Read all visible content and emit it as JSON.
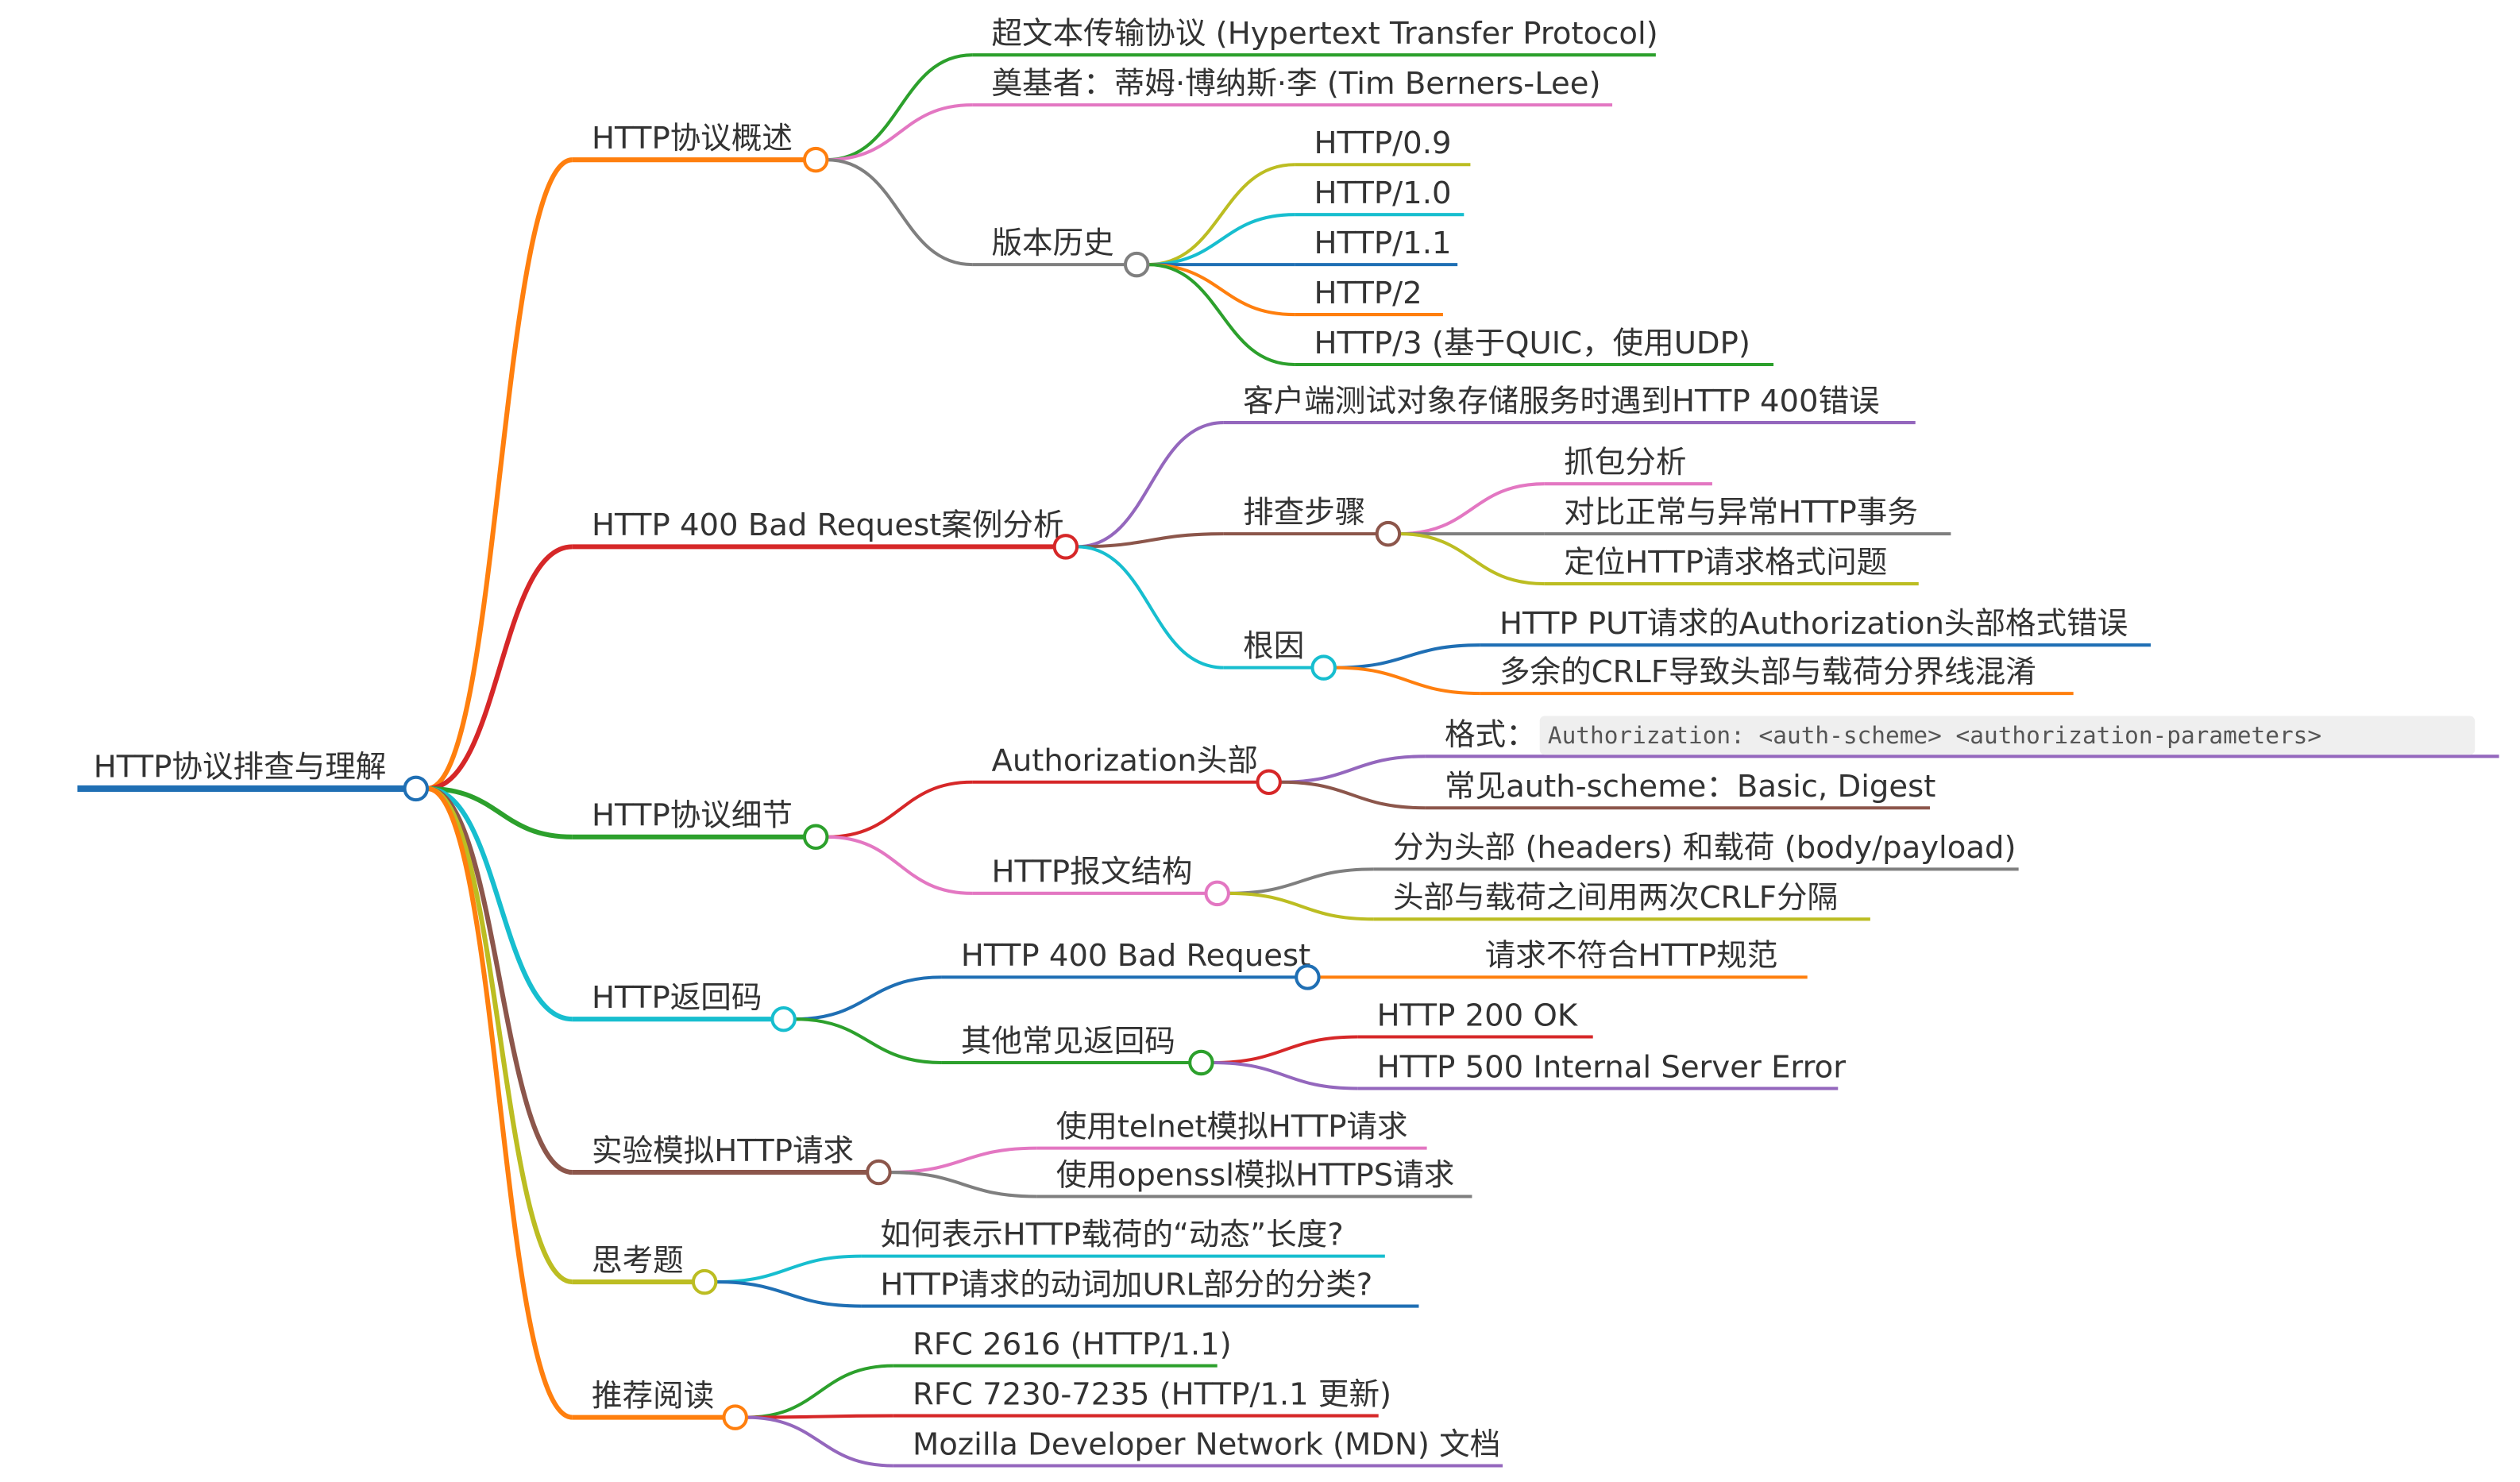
{
  "root": {
    "label": "HTTP协议排查与理解",
    "color": "#1f6fb4",
    "children": [
      {
        "label": "HTTP协议概述",
        "color": "#ff7f0e",
        "children": [
          {
            "label": "超文本传输协议 (Hypertext Transfer Protocol)",
            "color": "#2ca02c"
          },
          {
            "label": "奠基者：蒂姆·博纳斯·李 (Tim Berners-Lee)",
            "color": "#e377c2"
          },
          {
            "label": "版本历史",
            "color": "#7f7f7f",
            "children": [
              {
                "label": "HTTP/0.9",
                "color": "#bcbd22"
              },
              {
                "label": "HTTP/1.0",
                "color": "#17becf"
              },
              {
                "label": "HTTP/1.1",
                "color": "#1f6fb4"
              },
              {
                "label": "HTTP/2",
                "color": "#ff7f0e"
              },
              {
                "label": "HTTP/3 (基于QUIC，使用UDP)",
                "color": "#2ca02c"
              }
            ]
          }
        ]
      },
      {
        "label": "HTTP 400 Bad Request案例分析",
        "color": "#d62728",
        "children": [
          {
            "label": "客户端测试对象存储服务时遇到HTTP 400错误",
            "color": "#9467bd"
          },
          {
            "label": "排查步骤",
            "color": "#8c564b",
            "children": [
              {
                "label": "抓包分析",
                "color": "#e377c2"
              },
              {
                "label": "对比正常与异常HTTP事务",
                "color": "#7f7f7f"
              },
              {
                "label": "定位HTTP请求格式问题",
                "color": "#bcbd22"
              }
            ]
          },
          {
            "label": "根因",
            "color": "#17becf",
            "children": [
              {
                "label": "HTTP PUT请求的Authorization头部格式错误",
                "color": "#1f6fb4"
              },
              {
                "label": "多余的CRLF导致头部与载荷分界线混淆",
                "color": "#ff7f0e"
              }
            ]
          }
        ]
      },
      {
        "label": "HTTP协议细节",
        "color": "#2ca02c",
        "children": [
          {
            "label": "Authorization头部",
            "color": "#d62728",
            "children": [
              {
                "label": "格式：",
                "code": "Authorization: <auth-scheme> <authorization-parameters>",
                "color": "#9467bd"
              },
              {
                "label": "常见auth-scheme：Basic, Digest",
                "color": "#8c564b"
              }
            ]
          },
          {
            "label": "HTTP报文结构",
            "color": "#e377c2",
            "children": [
              {
                "label": "分为头部 (headers) 和载荷 (body/payload)",
                "color": "#7f7f7f"
              },
              {
                "label": "头部与载荷之间用两次CRLF分隔",
                "color": "#bcbd22"
              }
            ]
          }
        ]
      },
      {
        "label": "HTTP返回码",
        "color": "#17becf",
        "children": [
          {
            "label": "HTTP 400 Bad Request",
            "color": "#1f6fb4",
            "children": [
              {
                "label": "请求不符合HTTP规范",
                "color": "#ff7f0e"
              }
            ]
          },
          {
            "label": "其他常见返回码",
            "color": "#2ca02c",
            "children": [
              {
                "label": "HTTP 200 OK",
                "color": "#d62728"
              },
              {
                "label": "HTTP 500 Internal Server Error",
                "color": "#9467bd"
              }
            ]
          }
        ]
      },
      {
        "label": "实验模拟HTTP请求",
        "color": "#8c564b",
        "children": [
          {
            "label": "使用telnet模拟HTTP请求",
            "color": "#e377c2"
          },
          {
            "label": "使用openssl模拟HTTPS请求",
            "color": "#7f7f7f"
          }
        ]
      },
      {
        "label": "思考题",
        "color": "#bcbd22",
        "children": [
          {
            "label": "如何表示HTTP载荷的“动态”长度?",
            "color": "#17becf"
          },
          {
            "label": "HTTP请求的动词加URL部分的分类?",
            "color": "#1f6fb4"
          }
        ]
      },
      {
        "label": "推荐阅读",
        "color": "#ff7f0e",
        "children": [
          {
            "label": "RFC 2616 (HTTP/1.1)",
            "color": "#2ca02c"
          },
          {
            "label": "RFC 7230-7235 (HTTP/1.1 更新)",
            "color": "#d62728"
          },
          {
            "label": "Mozilla Developer Network (MDN) 文档",
            "color": "#9467bd"
          }
        ]
      }
    ]
  }
}
